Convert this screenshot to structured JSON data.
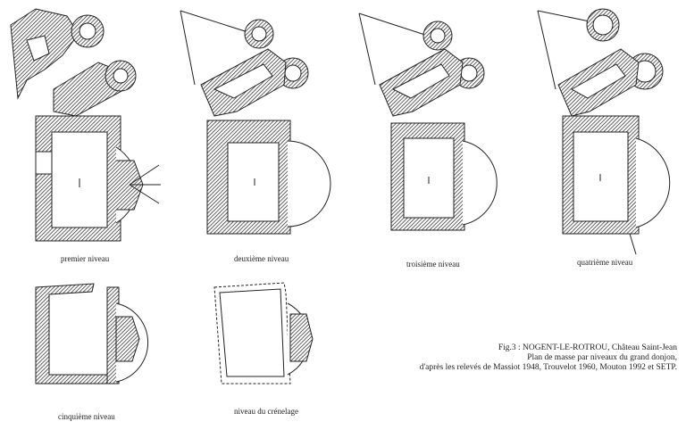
{
  "levels": [
    {
      "label": "premier niveau"
    },
    {
      "label": "deuxième niveau"
    },
    {
      "label": "troisième niveau"
    },
    {
      "label": "quatrième niveau"
    },
    {
      "label": "cinquième niveau"
    },
    {
      "label": "niveau du crénelage"
    }
  ],
  "caption": {
    "line1": "Fig.3 : NOGENT-LE-ROTROU, Château Saint-Jean",
    "line2": "Plan de masse par niveaux du grand donjon,",
    "line3": "d'après les relevés de Massiot 1948, Trouvelot 1960, Mouton 1992 et SETP."
  }
}
